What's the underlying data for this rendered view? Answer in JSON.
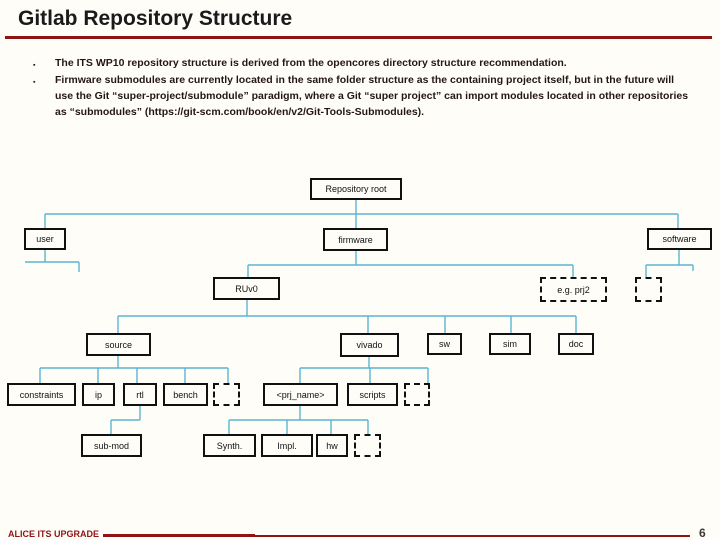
{
  "slide": {
    "title": "Gitlab Repository Structure",
    "footer_text": "ALICE ITS UPGRADE",
    "page_number": "6",
    "bullet_marker": "▪"
  },
  "bullets": [
    "The ITS WP10 repository structure is derived from the opencores directory structure recommendation.",
    "Firmware submodules are currently located in the same folder structure as the containing project itself, but in the future will use the Git “super-project/submodule” paradigm, where a Git “super project” can import modules located in other repositories as “submodules” (https://git-scm.com/book/en/v2/Git-Tools-Submodules)."
  ],
  "colors": {
    "accent_red": "#8F1414",
    "connector_teal": "#5BB4D2",
    "node_border": "#111111",
    "background": "#FFFDF8"
  },
  "tree": {
    "nodes": {
      "repository_root": "Repository root",
      "user": "user",
      "firmware": "firmware",
      "software": "software",
      "ruv0": "RUv0",
      "eg_prj2": "e.g. prj2",
      "source": "source",
      "vivado": "vivado",
      "sw": "sw",
      "sim": "sim",
      "doc": "doc",
      "constraints": "constraints",
      "ip": "ip",
      "rtl": "rtl",
      "bench": "bench",
      "prj_name": "<prj_name>",
      "scripts": "scripts",
      "sub_mod": "sub-mod",
      "synth": "Synth.",
      "impl": "Impl.",
      "hw": "hw"
    }
  }
}
